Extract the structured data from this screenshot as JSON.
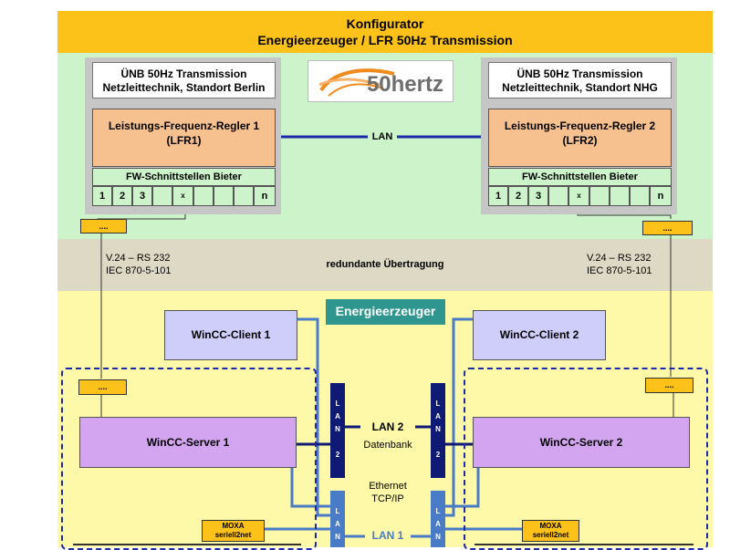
{
  "title": {
    "line1": "Konfigurator",
    "line2": "Energieerzeuger / LFR 50Hz Transmission"
  },
  "unb_left": {
    "line1": "ÜNB 50Hz Transmission",
    "line2": "Netzleittechnik, Standort Berlin"
  },
  "unb_right": {
    "line1": "ÜNB 50Hz Transmission",
    "line2": "Netzleittechnik, Standort NHG"
  },
  "logo": {
    "text": "50hertz"
  },
  "lfr_left": {
    "line1": "Leistungs-Frequenz-Regler 1",
    "line2": "(LFR1)"
  },
  "lfr_right": {
    "line1": "Leistungs-Frequenz-Regler 2",
    "line2": "(LFR2)"
  },
  "fw_label": "FW-Schnittstellen Bieter",
  "ports": [
    "1",
    "2",
    "3",
    "",
    "x",
    "",
    "",
    "",
    "n"
  ],
  "lan_top": "LAN",
  "dots": "....",
  "serial_left": {
    "line1": "V.24 – RS 232",
    "line2": "IEC 870-5-101"
  },
  "serial_right": {
    "line1": "V.24 – RS 232",
    "line2": "IEC 870-5-101"
  },
  "redundant": "redundante Übertragung",
  "energieerzeuger": "Energieerzeuger",
  "client_left": "WinCC-Client 1",
  "client_right": "WinCC-Client 2",
  "server_left": "WinCC-Server 1",
  "server_right": "WinCC-Server 2",
  "lan2_vertical": [
    "L",
    "A",
    "N",
    "",
    "2"
  ],
  "lan1_vertical": [
    "L",
    "A",
    "N"
  ],
  "lan2_label": "LAN 2",
  "datenbank": "Datenbank",
  "ethernet": {
    "line1": "Ethernet",
    "line2": "TCP/IP"
  },
  "lan1_label": "LAN 1",
  "moxa": {
    "line1": "MOXA",
    "line2": "seriell2net"
  },
  "colors": {
    "title": "#fcc21a",
    "green_zone": "#ccf3c9",
    "gray_zone": "#ddd9c5",
    "yellow_zone": "#fdf9a8",
    "lfr": "#f7c08f",
    "client": "#cfcdfa",
    "server": "#d3a4f0",
    "energieerzeuger": "#2e968e",
    "lan_dark": "#0f1a74",
    "lan_light": "#4a7bc7"
  }
}
